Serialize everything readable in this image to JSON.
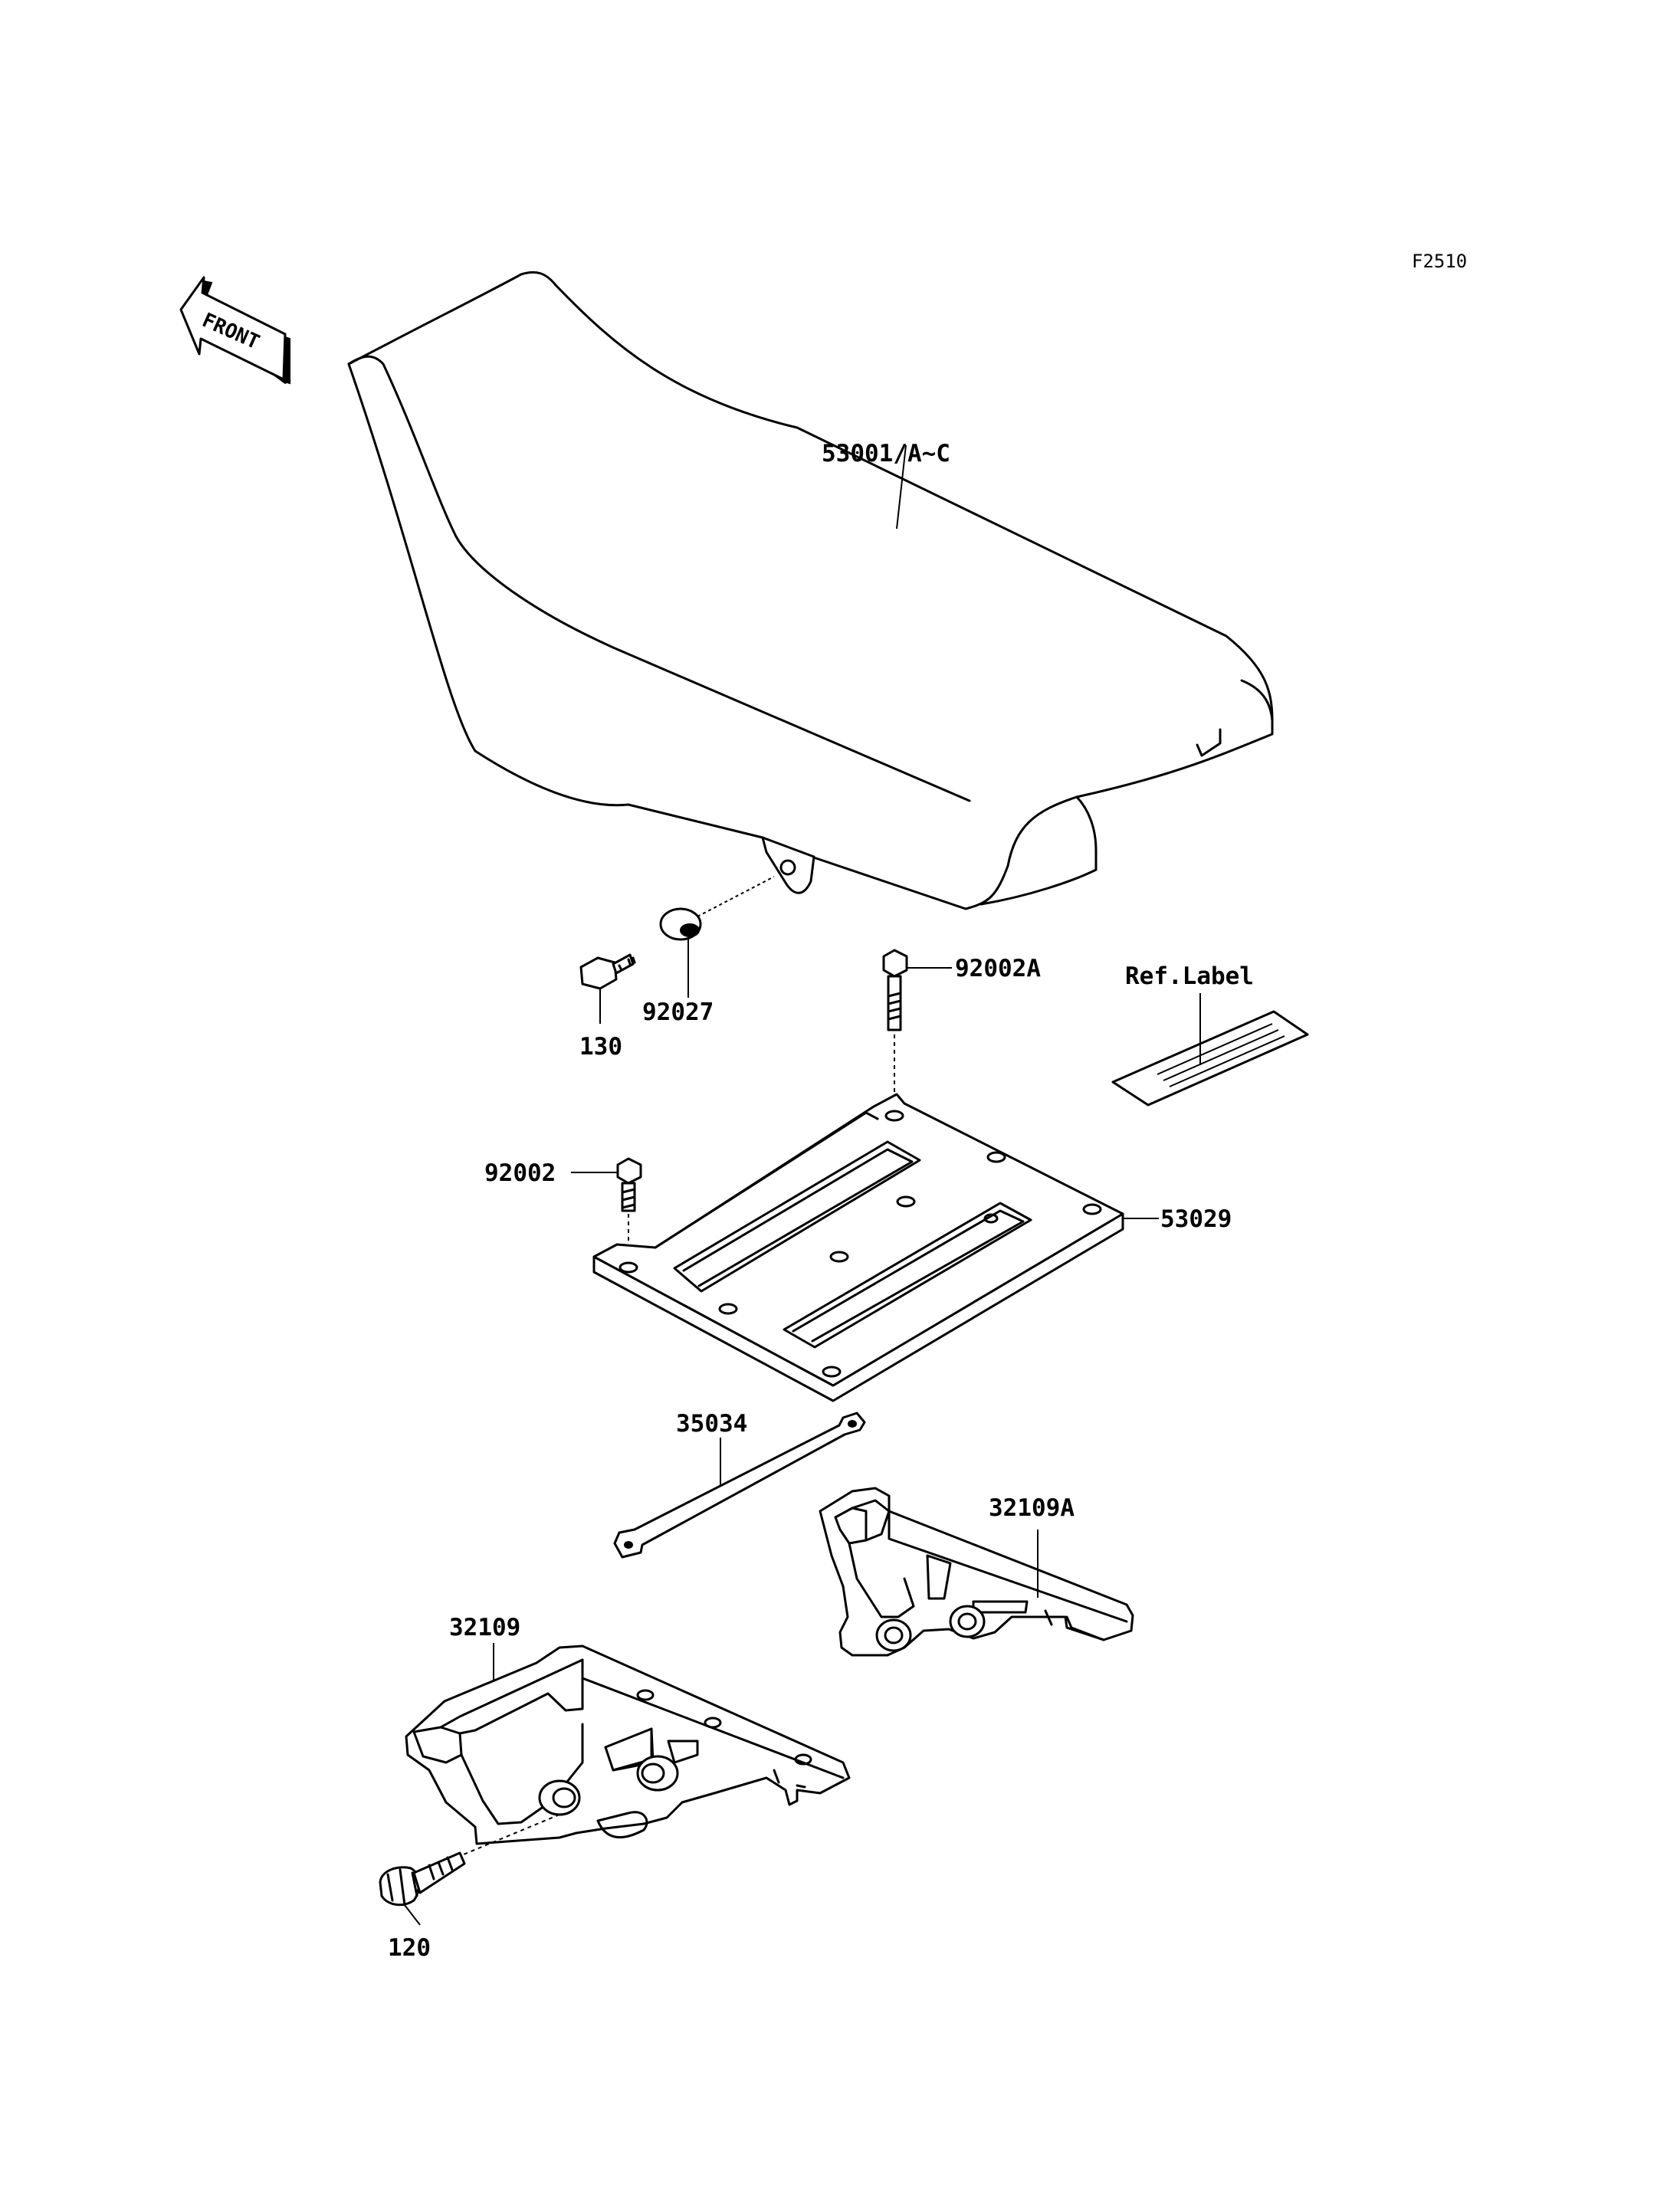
{
  "diagram": {
    "figure_code": "F2510",
    "front_label": "FRONT",
    "labels": {
      "seat": "53001/A~C",
      "collar": "92027",
      "bolt_130": "130",
      "bolt_92002a": "92002A",
      "ref_label": "Ref.Label",
      "bolt_92002": "92002",
      "seat_plate": "53029",
      "strap": "35034",
      "bracket_right": "32109A",
      "bracket_left": "32109",
      "bolt_120": "120"
    }
  }
}
